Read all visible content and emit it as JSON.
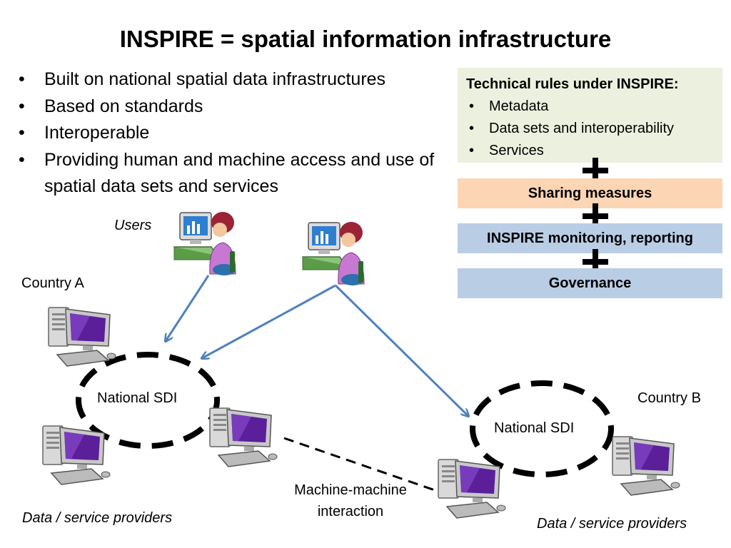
{
  "title": "INSPIRE = spatial information infrastructure",
  "bullets": [
    "Built on national spatial data infrastructures",
    "Based on standards",
    "Interoperable",
    "Providing human and machine access and use of spatial data sets and services"
  ],
  "technical_rules": {
    "title": "Technical rules under INSPIRE:",
    "items": [
      "Metadata",
      "Data sets and interoperability",
      "Services"
    ],
    "color": "#ebf1de"
  },
  "bars": {
    "sharing": "Sharing measures",
    "monitoring": "INSPIRE monitoring, reporting",
    "governance": "Governance",
    "sharing_color": "#fcd5b5",
    "monitoring_color": "#b9cde5"
  },
  "labels": {
    "users": "Users",
    "country_a": "Country A",
    "country_b": "Country B",
    "national_sdi_a": "National SDI",
    "national_sdi_b": "National SDI",
    "machine_interaction_line1": "Machine-machine",
    "machine_interaction_line2": "interaction",
    "providers_left": "Data / service providers",
    "providers_right": "Data / service providers"
  },
  "icons": {
    "plus": "plus-icon",
    "user": "user-at-computer-icon",
    "server": "server-computer-icon"
  },
  "colors": {
    "arrow": "#4f81bd"
  }
}
